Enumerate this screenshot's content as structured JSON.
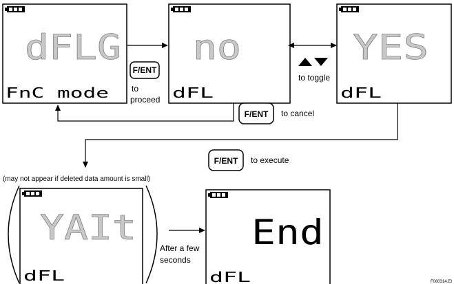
{
  "screens": {
    "dflg": {
      "main": "dFLG",
      "sub": "FnC mode"
    },
    "no": {
      "main": "no",
      "sub": "dFL"
    },
    "yes": {
      "main": "YES",
      "sub": "dFL"
    },
    "wait": {
      "main": "YAIt",
      "sub": "dFL"
    },
    "end": {
      "main": "End",
      "sub": "dFL"
    }
  },
  "keys": {
    "proceed": "F/ENT",
    "cancel": "F/ENT",
    "execute": "F/ENT"
  },
  "labels": {
    "to": "to",
    "proceed": "proceed",
    "toggle": "to toggle",
    "cancel": "to cancel",
    "execute": "to execute",
    "wait_note": "(may not appear if deleted data amount is small)",
    "after_a_few": "After a few",
    "seconds": "seconds",
    "figure_id": "F060314.EI"
  },
  "colors": {
    "lcd_segment": "#c8c8c8",
    "lcd_segment_active": "#000000",
    "battery": "#000000"
  },
  "icons": [
    "battery-icon",
    "triangle-up-icon",
    "triangle-down-icon",
    "double-arrow-icon"
  ]
}
